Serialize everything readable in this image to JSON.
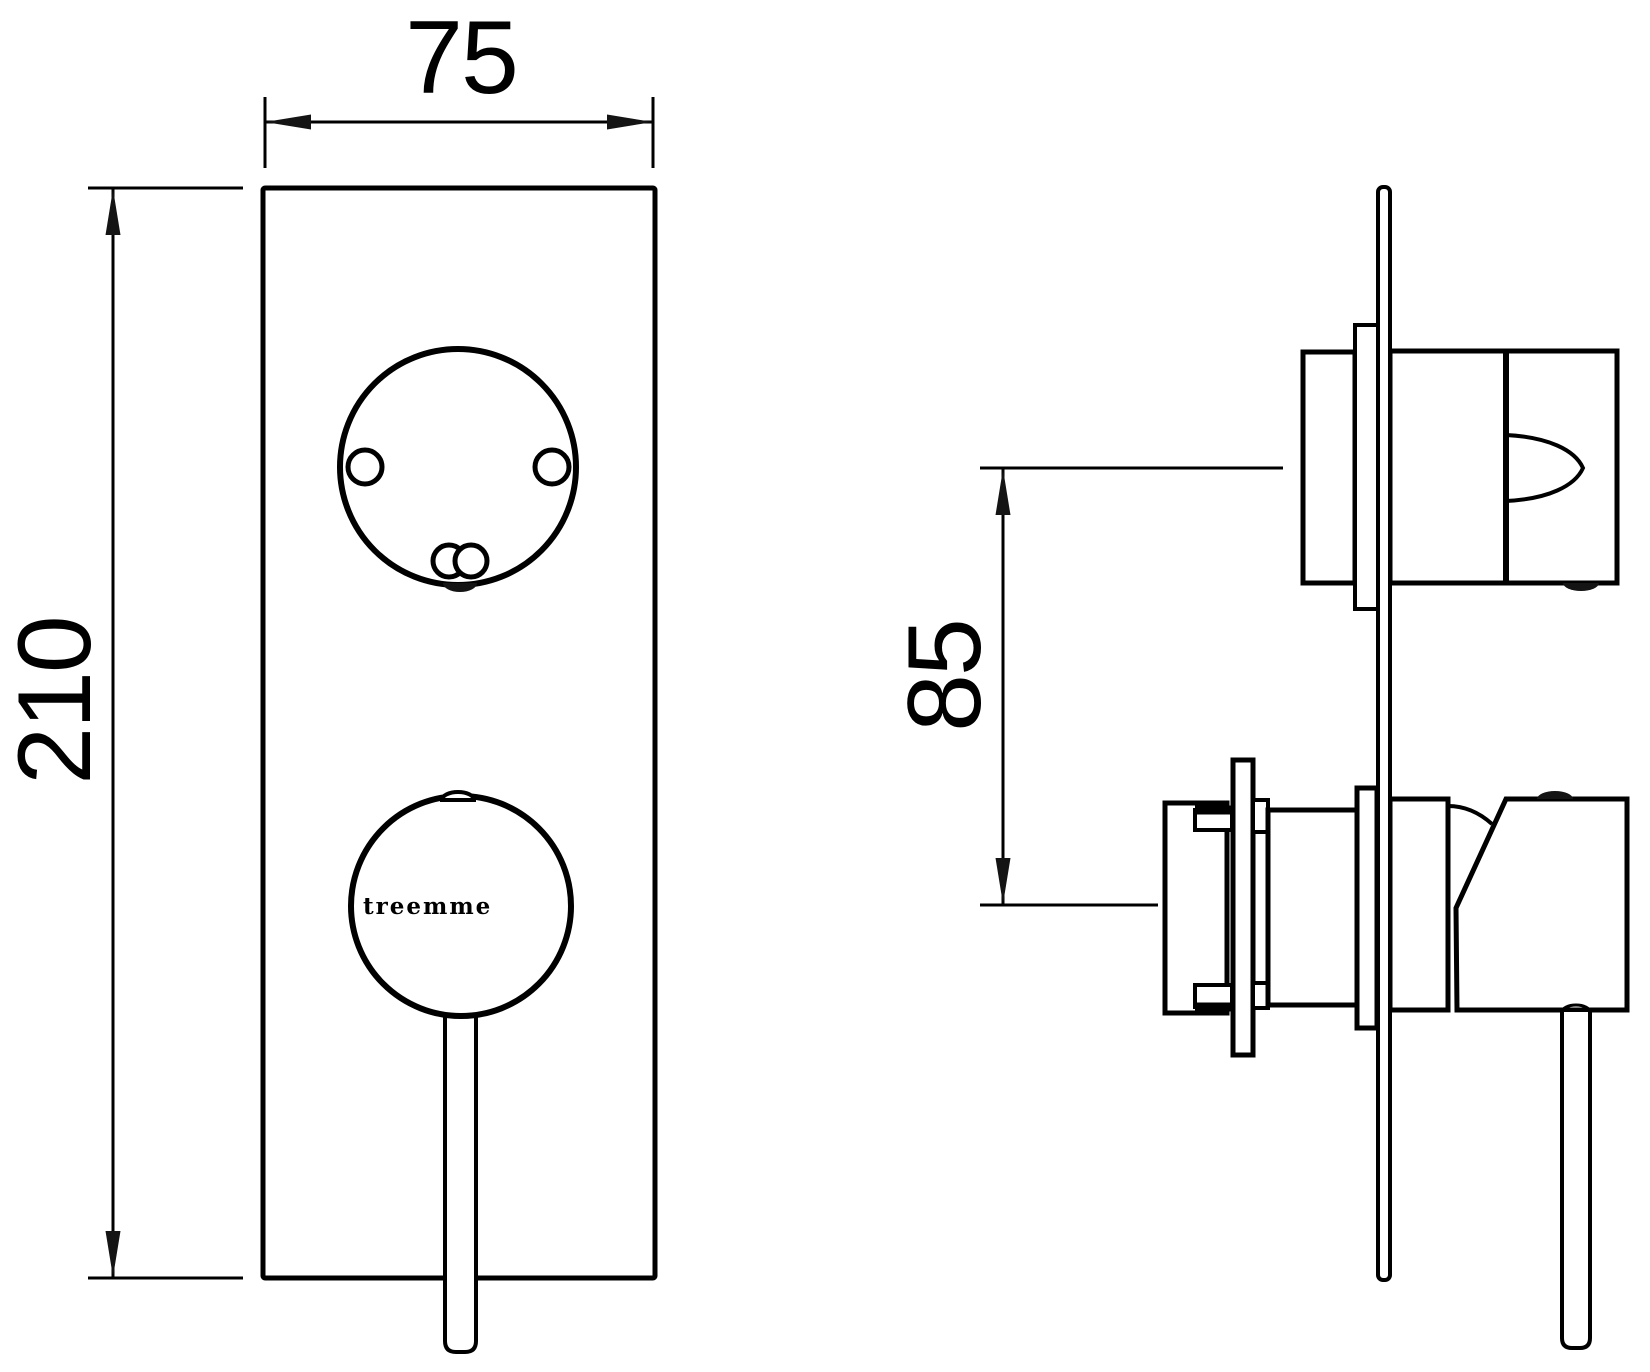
{
  "drawing": {
    "brand_label": "treemme",
    "dimensions": {
      "front_width": "75",
      "front_height": "210",
      "side_center_distance": "85"
    },
    "colors": {
      "ink": "#000000",
      "paper": "#ffffff"
    }
  }
}
